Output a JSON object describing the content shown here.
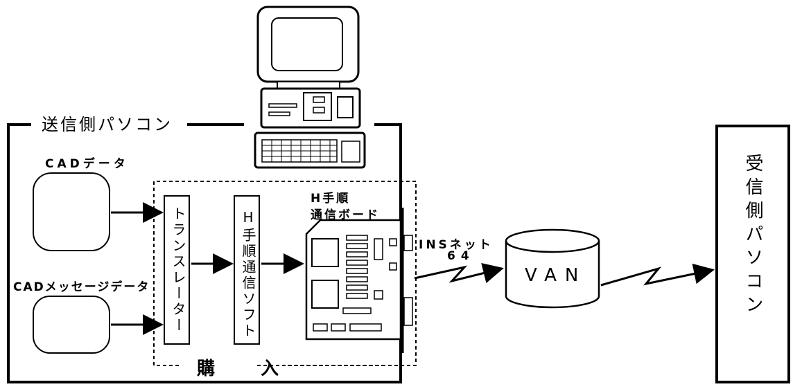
{
  "sender": {
    "title": "送信側パソコン"
  },
  "inputs": [
    {
      "label": "CADデータ"
    },
    {
      "label": "CADメッセージデータ"
    }
  ],
  "translator": {
    "label": "トランスレーター"
  },
  "software": {
    "label": "H手順通信ソフト"
  },
  "board": {
    "label_line1": "H手順",
    "label_line2": "通信ボード"
  },
  "purchase": {
    "label_left": "購",
    "label_right": "入"
  },
  "network": {
    "label_line1": "INSネット",
    "label_line2": "64"
  },
  "van": {
    "label": "VAN"
  },
  "receiver": {
    "label": "受信側パソコン"
  }
}
